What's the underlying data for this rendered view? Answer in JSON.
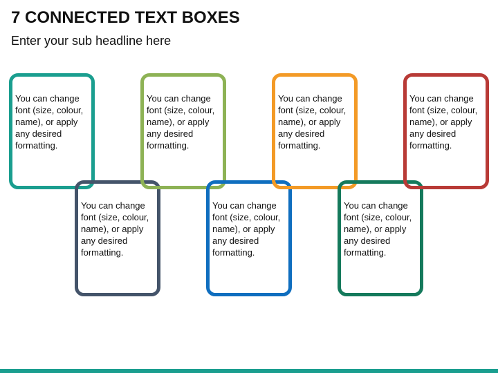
{
  "header": {
    "title": "7 CONNECTED TEXT BOXES",
    "subtitle": "Enter your sub headline here"
  },
  "boxes": [
    {
      "id": 1,
      "row": "top",
      "color": "#1a9e8f",
      "text": "You can change font (size, colour, name), or apply any desired formatting."
    },
    {
      "id": 2,
      "row": "bottom",
      "color": "#44546a",
      "text": "You can change font (size, colour, name), or apply any desired formatting."
    },
    {
      "id": 3,
      "row": "top",
      "color": "#8db255",
      "text": "You can change font (size, colour, name), or apply any desired formatting."
    },
    {
      "id": 4,
      "row": "bottom",
      "color": "#0f6ebf",
      "text": "You can change font (size, colour, name), or apply any desired formatting."
    },
    {
      "id": 5,
      "row": "top",
      "color": "#f39a26",
      "text": "You can change font (size, colour, name), or apply any desired formatting."
    },
    {
      "id": 6,
      "row": "bottom",
      "color": "#157a5c",
      "text": "You can change font (size, colour, name), or apply any desired formatting."
    },
    {
      "id": 7,
      "row": "top",
      "color": "#b83a36",
      "text": "You can change font (size, colour, name), or apply any desired formatting."
    }
  ],
  "footer": {
    "bar_color": "#1a9e8f"
  }
}
